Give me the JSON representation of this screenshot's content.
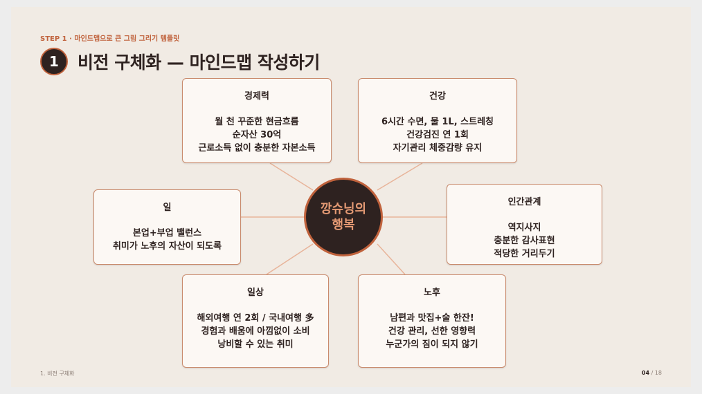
{
  "header": {
    "step": "STEP 1 · 마인드맵으로 큰 그림 그리기 템플릿",
    "number": "1",
    "title": "비전 구체화 — 마인드맵 작성하기"
  },
  "center": {
    "label": "깡슈닝의 행복"
  },
  "nodes": [
    {
      "key": "economy",
      "title": "경제력",
      "lines": [
        "월 천 꾸준한 현금흐름",
        "순자산 30억",
        "근로소득 없이 충분한 자본소득"
      ]
    },
    {
      "key": "health",
      "title": "건강",
      "lines": [
        "6시간 수면, 물 1L, 스트레칭",
        "건강검진 연 1회",
        "자기관리 체중감량 유지"
      ]
    },
    {
      "key": "work",
      "title": "일",
      "lines": [
        "본업+부업 밸런스",
        "취미가 노후의 자산이 되도록"
      ]
    },
    {
      "key": "relations",
      "title": "인간관계",
      "lines": [
        "역지사지",
        "충분한 감사표현",
        "적당한 거리두기"
      ]
    },
    {
      "key": "daily",
      "title": "일상",
      "lines": [
        "해외여행 연 2회 / 국내여행 多",
        "경험과 배움에 아낌없이 소비",
        "낭비할 수 있는 취미"
      ]
    },
    {
      "key": "retirement",
      "title": "노후",
      "lines": [
        "남편과 맛집+술 한잔!",
        "건강 관리, 선한 영향력",
        "누군가의 짐이 되지 않기"
      ]
    }
  ],
  "footer": {
    "section": "1. 비전 구체화",
    "page": "04",
    "total": "18",
    "separator": "/"
  },
  "colors": {
    "accent": "#c0623c",
    "dark": "#2e2220",
    "background": "#f1ebe4",
    "card": "#fcf8f4"
  }
}
